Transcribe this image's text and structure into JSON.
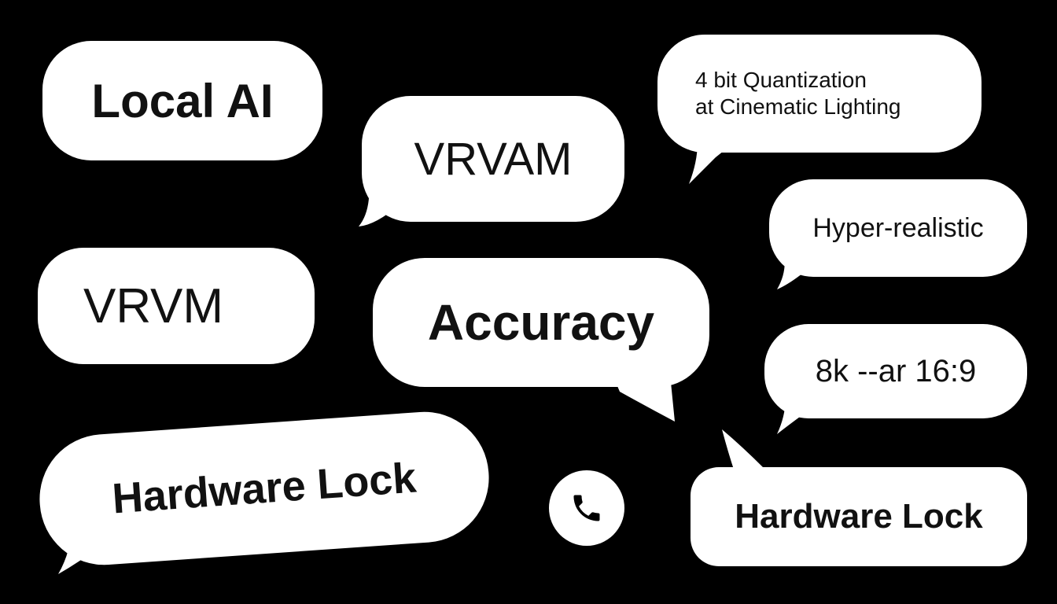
{
  "bubbles": {
    "local_ai": "Local AI",
    "vrvam": "VRVAM",
    "quantization_line1": "4 bit Quantization",
    "quantization_line2": "at Cinematic Lighting",
    "hyper_realistic": "Hyper-realistic",
    "vrvm": "VRVM",
    "accuracy": "Accuracy",
    "aspect_ratio": "8k --ar 16:9",
    "hardware_lock_left": "Hardware Lock",
    "hardware_lock_right": "Hardware Lock"
  },
  "icons": {
    "call": "phone-icon"
  },
  "colors": {
    "background": "#000000",
    "bubble": "#ffffff",
    "text": "#111111"
  }
}
